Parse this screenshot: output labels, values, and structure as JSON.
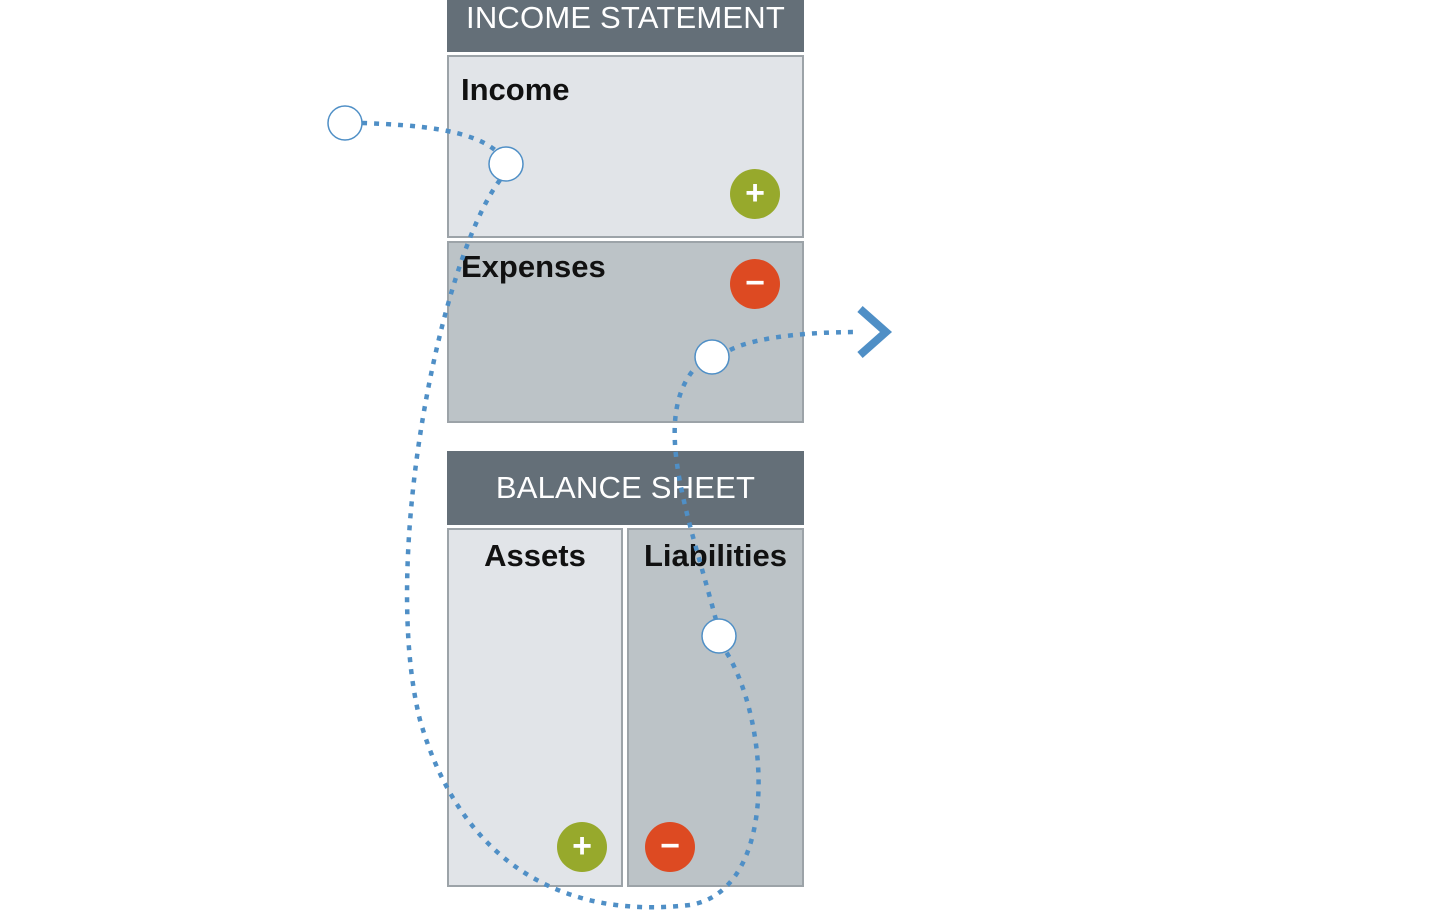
{
  "income_statement": {
    "title": "INCOME STATEMENT",
    "income": {
      "label": "Income",
      "sign": "+"
    },
    "expenses": {
      "label": "Expenses",
      "sign": "−"
    }
  },
  "balance_sheet": {
    "title": "BALANCE SHEET",
    "assets": {
      "label": "Assets",
      "sign": "+"
    },
    "liabilities": {
      "label": "Liabilities",
      "sign": "−"
    }
  },
  "colors": {
    "header": "#646f78",
    "light_panel": "#e1e4e8",
    "dark_panel": "#bcc3c7",
    "plus": "#97a92c",
    "minus": "#dd4a22",
    "flow_line": "#4f8fc6"
  },
  "icons": {
    "plus": "plus-icon",
    "minus": "minus-icon",
    "arrow": "chevron-right-icon",
    "node": "flow-node-icon"
  }
}
